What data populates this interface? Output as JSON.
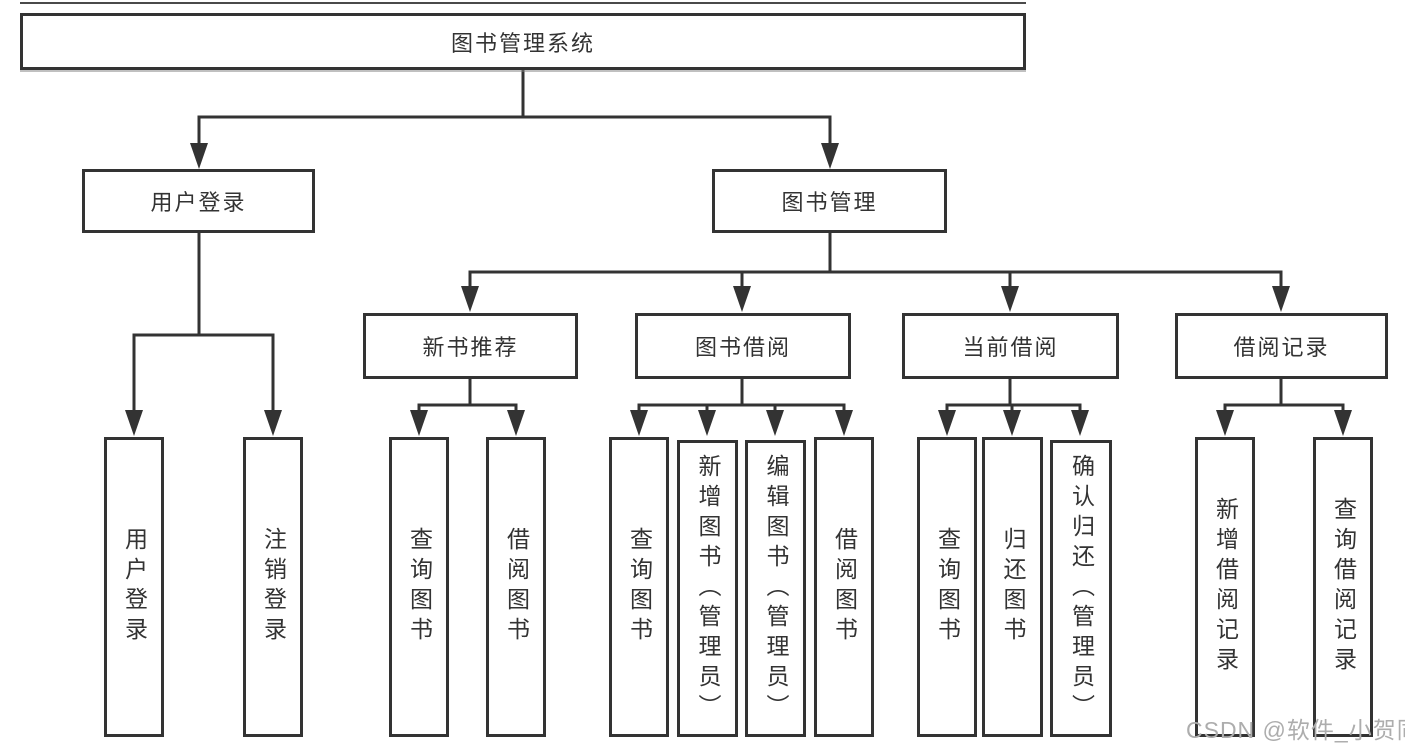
{
  "diagram": {
    "root": {
      "label": "图书管理系统",
      "children": [
        {
          "label": "用户登录",
          "children": [
            {
              "label": "用户登录"
            },
            {
              "label": "注销登录"
            }
          ]
        },
        {
          "label": "图书管理",
          "children": [
            {
              "label": "新书推荐",
              "children": [
                {
                  "label": "查询图书"
                },
                {
                  "label": "借阅图书"
                }
              ]
            },
            {
              "label": "图书借阅",
              "children": [
                {
                  "label": "查询图书"
                },
                {
                  "label": "新增图书（管理员）"
                },
                {
                  "label": "编辑图书（管理员）"
                },
                {
                  "label": "借阅图书"
                }
              ]
            },
            {
              "label": "当前借阅",
              "children": [
                {
                  "label": "查询图书"
                },
                {
                  "label": "归还图书"
                },
                {
                  "label": "确认归还（管理员）"
                }
              ]
            },
            {
              "label": "借阅记录",
              "children": [
                {
                  "label": "新增借阅记录"
                },
                {
                  "label": "查询借阅记录"
                }
              ]
            }
          ]
        }
      ]
    }
  },
  "watermark": {
    "text": "CSDN @软件_小贺同学"
  },
  "colors": {
    "line": "#333333",
    "text": "#333333",
    "box_background": "#ffffff",
    "watermark": "#adadad",
    "background": "#ffffff"
  }
}
